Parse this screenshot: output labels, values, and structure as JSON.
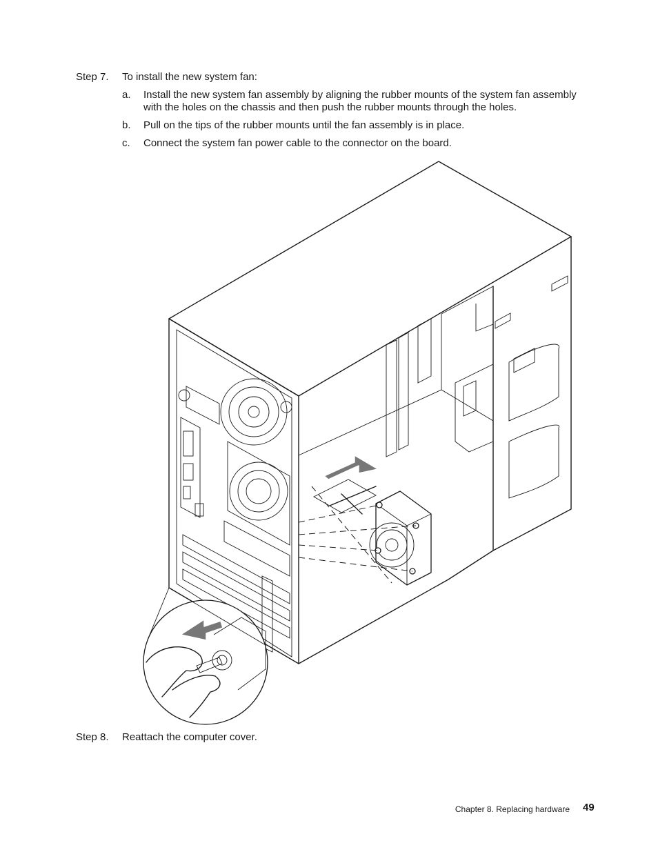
{
  "steps": [
    {
      "label": "Step 7.",
      "text": "To install the new system fan:",
      "substeps": [
        {
          "letter": "a.",
          "lines": [
            "Install the new system fan assembly by aligning the rubber mounts of the system fan assembly",
            "with the holes on the chassis and then push the rubber mounts through the holes."
          ]
        },
        {
          "letter": "b.",
          "lines": [
            "Pull on the tips of the rubber mounts until the fan assembly is in place."
          ]
        },
        {
          "letter": "c.",
          "lines": [
            "Connect the system fan power cable to the connector on the board."
          ]
        }
      ]
    },
    {
      "label": "Step 8.",
      "text": "Reattach the computer cover."
    }
  ],
  "footer": {
    "chapter": "Chapter 8.  Replacing hardware",
    "page": "49"
  }
}
